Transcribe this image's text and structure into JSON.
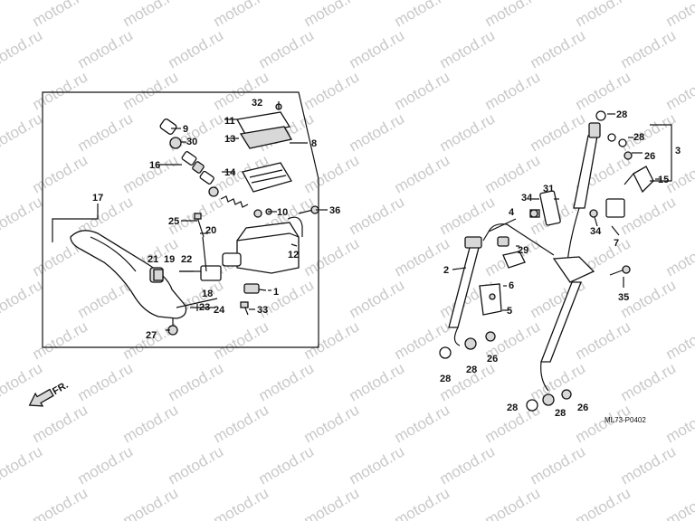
{
  "watermark": "motod.ru",
  "direction_label": "FR.",
  "diagram_code": "ML73-P0402",
  "labels": [
    "1",
    "2",
    "3",
    "4",
    "5",
    "6",
    "7",
    "8",
    "9",
    "10",
    "11",
    "12",
    "13",
    "14",
    "15",
    "16",
    "17",
    "18",
    "19",
    "20",
    "21",
    "22",
    "23",
    "24",
    "25",
    "26",
    "27",
    "28",
    "29",
    "30",
    "31",
    "32",
    "33",
    "34",
    "35",
    "36"
  ]
}
